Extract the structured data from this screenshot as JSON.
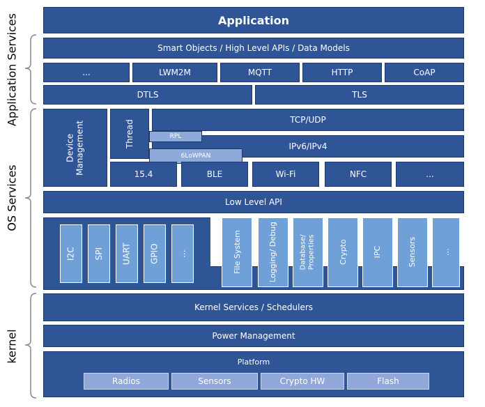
{
  "application": "Application",
  "smart_objects": "Smart Objects / High Level APIs / Data Models",
  "protocols": [
    "...",
    "LWM2M",
    "MQTT",
    "HTTP",
    "CoAP"
  ],
  "security": [
    "DTLS",
    "TLS"
  ],
  "device_management": "Device Management",
  "thread": "Thread",
  "tcp_udp": "TCP/UDP",
  "rpl": "RPL",
  "ipv6": "IPv6/IPv4",
  "sixlowpan": "6LoWPAN",
  "links": [
    "15.4",
    "BLE",
    "Wi-Fi",
    "NFC",
    "..."
  ],
  "low_level_api": "Low Level API",
  "drivers": [
    "I2C",
    "SPI",
    "UART",
    "GPIO",
    "..."
  ],
  "os_modules": [
    "File System",
    "Logging/ Debug",
    "Database/ Properties",
    "Crypto",
    "IPC",
    "Sensors",
    "..."
  ],
  "kernel_services": "Kernel Services / Schedulers",
  "power_management": "Power Management",
  "platform": {
    "title": "Platform",
    "items": [
      "Radios",
      "Sensors",
      "Crypto HW",
      "Flash"
    ]
  },
  "side_labels": {
    "application_services": "Application Services",
    "os_services": "OS Services",
    "kernel": "kernel"
  },
  "colors": {
    "dark_blue": "#2f5597",
    "light_blue": "#6fa0d8",
    "pale_blue": "#8eaadb"
  }
}
